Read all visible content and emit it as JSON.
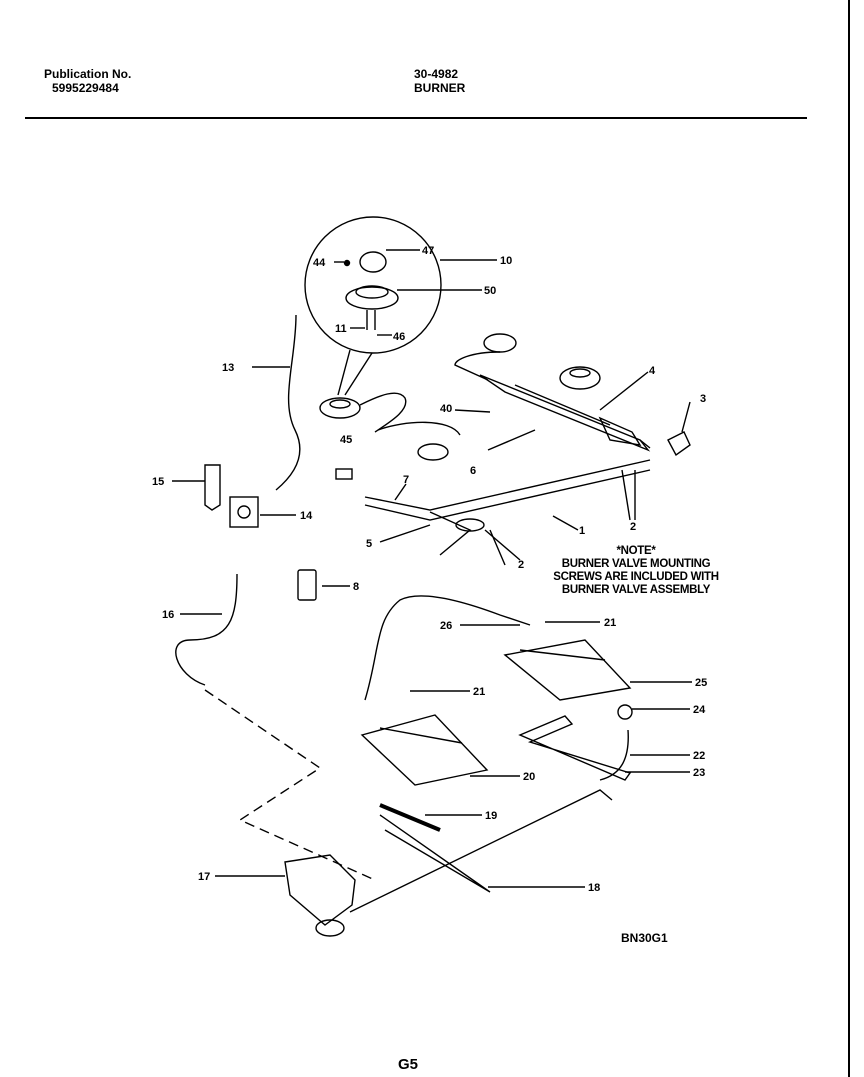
{
  "header": {
    "publication_label": "Publication No.",
    "publication_number": "5995229484",
    "doc_number": "30-4982",
    "section_title": "BURNER"
  },
  "note": {
    "heading": "*NOTE*",
    "lines": [
      "BURNER VALVE MOUNTING",
      "SCREWS ARE INCLUDED WITH",
      "BURNER VALVE ASSEMBLY"
    ]
  },
  "diagram_ref": "BN30G1",
  "page_label": "G5",
  "callouts": {
    "c1": "1",
    "c2a": "2",
    "c2b": "2",
    "c3": "3",
    "c4": "4",
    "c5": "5",
    "c6": "6",
    "c7": "7",
    "c8": "8",
    "c10": "10",
    "c11": "11",
    "c13": "13",
    "c14": "14",
    "c15": "15",
    "c16": "16",
    "c17": "17",
    "c18": "18",
    "c19": "19",
    "c20": "20",
    "c21a": "21",
    "c21b": "21",
    "c22": "22",
    "c23": "23",
    "c24": "24",
    "c25": "25",
    "c26": "26",
    "c40": "40",
    "c44": "44",
    "c45": "45",
    "c46": "46",
    "c47": "47",
    "c50": "50"
  }
}
